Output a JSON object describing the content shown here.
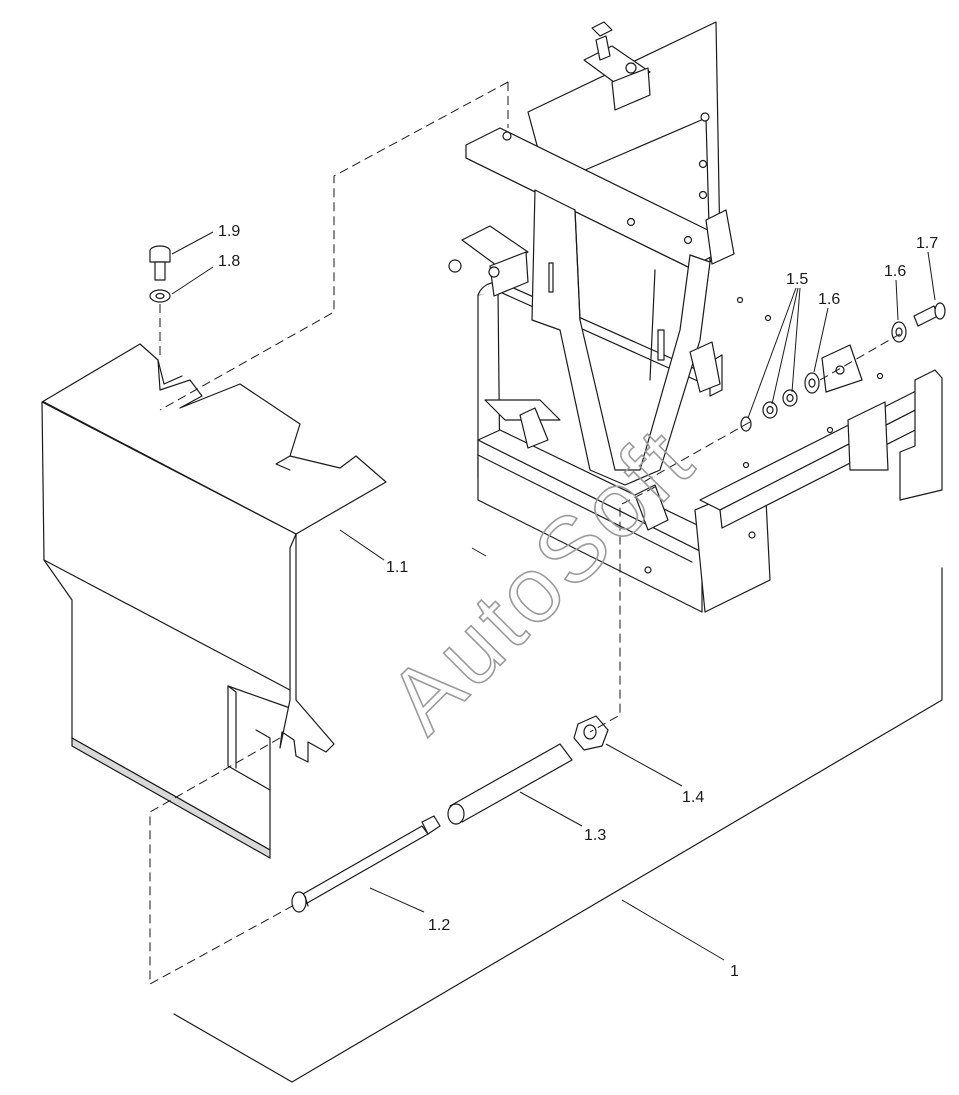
{
  "watermark": "AutoSoft",
  "callouts": {
    "c1": "1",
    "c1_1": "1.1",
    "c1_2": "1.2",
    "c1_3": "1.3",
    "c1_4": "1.4",
    "c1_5": "1.5",
    "c1_6a": "1.6",
    "c1_6b": "1.6",
    "c1_7": "1.7",
    "c1_8": "1.8",
    "c1_9": "1.9"
  }
}
